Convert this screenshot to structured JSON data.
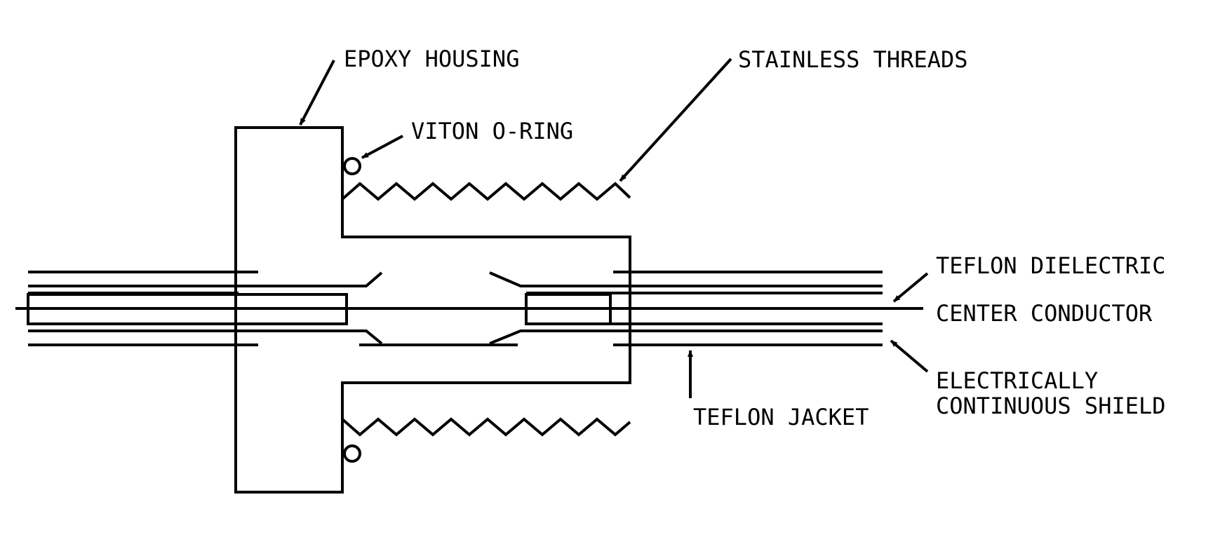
{
  "labels": {
    "epoxy_housing": "EPOXY HOUSING",
    "stainless_threads": "STAINLESS THREADS",
    "viton_o_ring": "VITON O-RING",
    "teflon_dielectric": "TEFLON DIELECTRIC",
    "center_conductor": "CENTER CONDUCTOR",
    "shield_line1": "ELECTRICALLY",
    "shield_line2": "CONTINUOUS SHIELD",
    "teflon_jacket": "TEFLON JACKET"
  },
  "colors": {
    "stroke": "#000000",
    "background": "#ffffff"
  }
}
